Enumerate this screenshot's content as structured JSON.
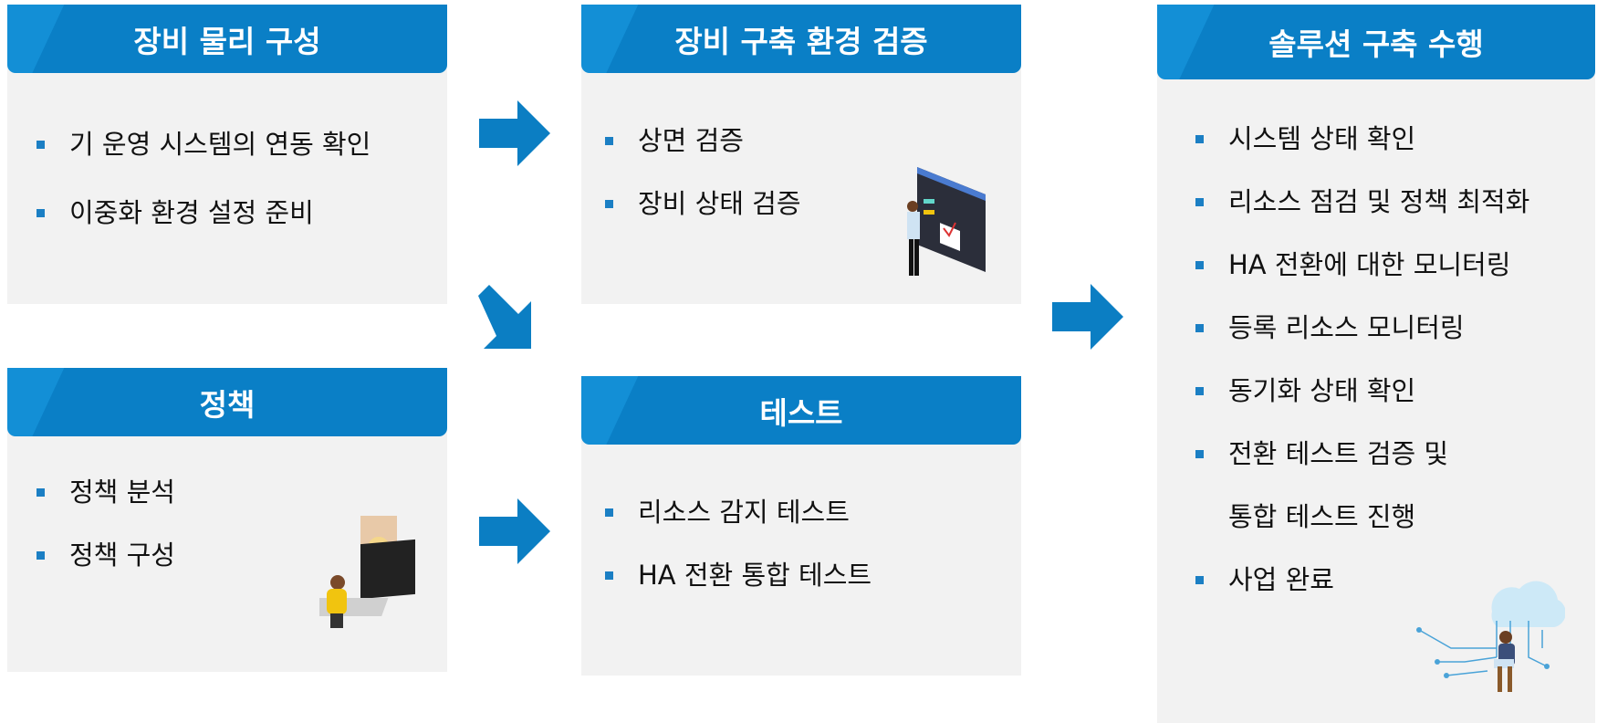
{
  "boxes": {
    "physical": {
      "title": "장비 물리 구성",
      "items": [
        "기 운영 시스템의 연동 확인",
        "이중화 환경 설정 준비"
      ]
    },
    "policy": {
      "title": "정책",
      "items": [
        "정책 분석",
        "정책 구성"
      ]
    },
    "env": {
      "title": "장비 구축 환경 검증",
      "items": [
        "상면 검증",
        "장비 상태 검증"
      ]
    },
    "test": {
      "title": "테스트",
      "items": [
        "리소스 감지 테스트",
        "HA 전환 통합 테스트"
      ]
    },
    "solution": {
      "title": "솔루션 구축 수행",
      "items": [
        "시스템 상태 확인",
        "리소스 점검 및 정책 최적화",
        "HA 전환에 대한 모니터링",
        "등록 리소스 모니터링",
        "동기화 상태 확인",
        "전환 테스트 검증 및",
        "통합 테스트 진행",
        "사업 완료"
      ]
    }
  },
  "colors": {
    "header": "#0a7fc6",
    "header_light": "#138fd6",
    "arrow": "#0b7ec3",
    "bullet": "#1b7fc4",
    "panel": "#f2f2f2"
  }
}
